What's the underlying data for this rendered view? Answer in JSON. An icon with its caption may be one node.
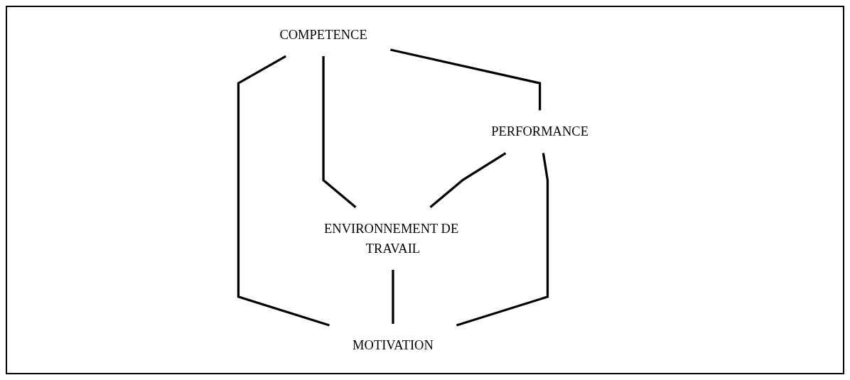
{
  "diagram": {
    "nodes": [
      {
        "text": [
          "COMPETENCE"
        ]
      },
      {
        "text": [
          "PERFORMANCE"
        ]
      },
      {
        "text": [
          "ENVIRONNEMENT DE TRAVAIL"
        ]
      },
      {
        "text": [
          "MOTIVATION"
        ]
      }
    ],
    "edges": [
      {
        "from": 0,
        "to": 2,
        "arrow": "none"
      },
      {
        "from": 0,
        "to": 3,
        "arrow": "none"
      },
      {
        "from": 2,
        "to": 3,
        "arrow": "none"
      },
      {
        "from": 0,
        "to": 1,
        "arrow": "none"
      },
      {
        "from": 1,
        "to": 2,
        "arrow": "none"
      },
      {
        "from": 1,
        "to": 3,
        "arrow": "none"
      }
    ]
  }
}
